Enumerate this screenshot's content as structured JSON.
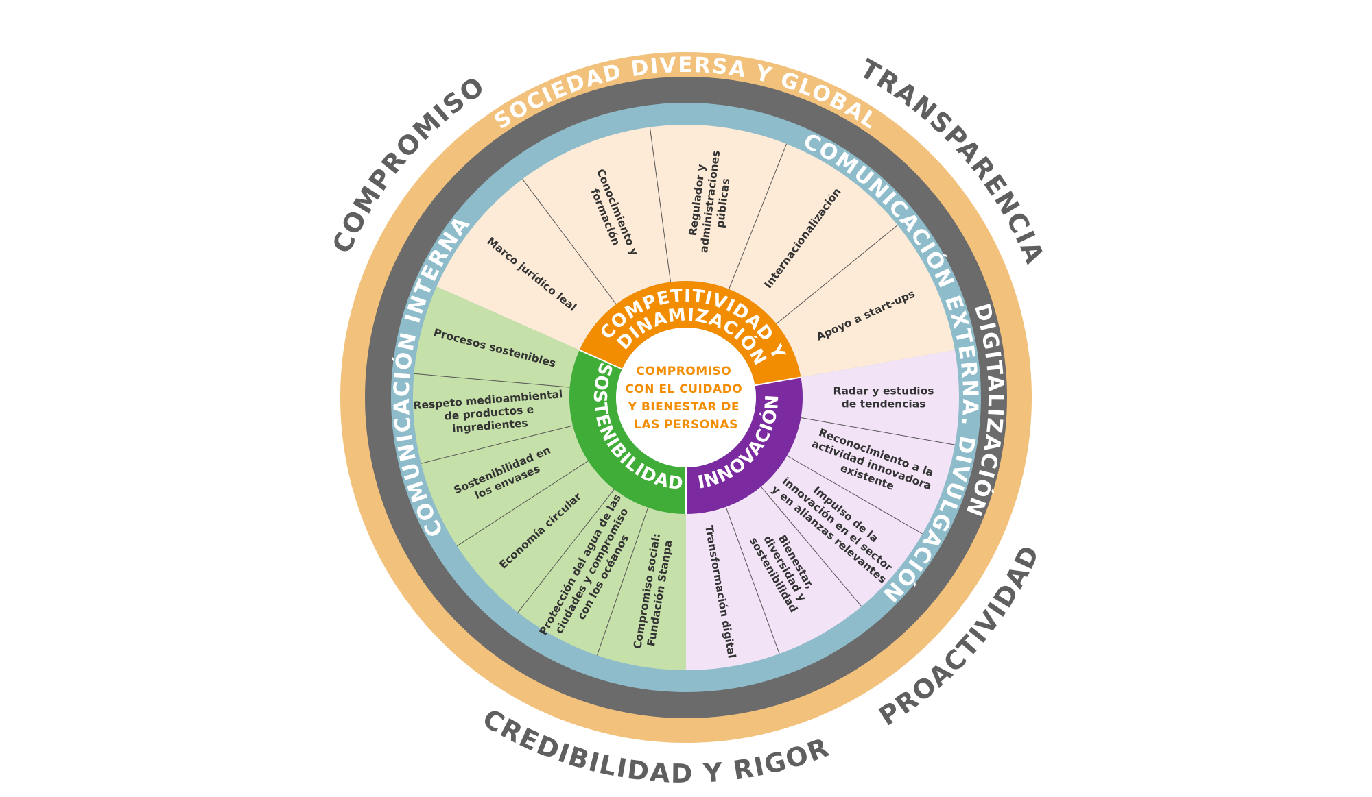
{
  "center": {
    "lines": [
      "COMPROMISO",
      "CON EL CUIDADO",
      "Y BIENESTAR DE",
      "LAS PERSONAS"
    ],
    "color": "#f28c00"
  },
  "values": {
    "compromiso": "COMPROMISO",
    "transparencia": "TRANSPARENCIA",
    "credibilidad": "CREDIBILIDAD Y RIGOR",
    "proactividad": "PROACTIVIDAD"
  },
  "rings": {
    "outer": "SOCIEDAD DIVERSA Y GLOBAL",
    "dark": "DIGITALIZACIÓN",
    "blue_left": "COMUNICACIÓN INTERNA",
    "blue_right": "COMUNICACIÓN EXTERNA. DIVULGACIÓN"
  },
  "pillars": {
    "competitividad": [
      "COMPETITIVIDAD Y",
      "DINAMIZACIÓN"
    ],
    "sostenibilidad": "SOSTENIBILIDAD",
    "innovacion": "INNOVACIÓN"
  },
  "items": {
    "competitividad": [
      [
        "Marco jurídico leal"
      ],
      [
        "Conocimiento y",
        "formación"
      ],
      [
        "Regulador y",
        "administraciones",
        "públicas"
      ],
      [
        "Internacionalización"
      ],
      [
        "Apoyo a start-ups"
      ]
    ],
    "innovacion": [
      [
        "Radar y estudios",
        "de tendencias"
      ],
      [
        "Reconocimiento a la",
        "actividad innovadora",
        "existente"
      ],
      [
        "Impulso de la",
        "innovación en el sector",
        "y en alianzas relevantes"
      ],
      [
        "Bienestar,",
        "diversidad y",
        "sostenibilidad"
      ],
      [
        "Transformación digital"
      ]
    ],
    "sostenibilidad": [
      [
        "Compromiso social:",
        "Fundación Stanpa"
      ],
      [
        "Protección del agua de las",
        "ciudades y compromiso",
        "con los océanos"
      ],
      [
        "Economía circular"
      ],
      [
        "Sostenibilidad en",
        "los envases"
      ],
      [
        "Respeto medioambiental",
        "de productos e",
        "ingredientes"
      ],
      [
        "Procesos sostenibles"
      ]
    ]
  },
  "colors": {
    "outer_ring": "#f2c17c",
    "dark_ring": "#6b6b6b",
    "blue_ring": "#8ebcca",
    "competitividad": "#f28c00",
    "competitividad_light": "#fdebd7",
    "sostenibilidad": "#40ad38",
    "sostenibilidad_light": "#c6e0a9",
    "innovacion": "#7b2a9f",
    "innovacion_light": "#f2e3f7",
    "center_fill": "#ffffff"
  }
}
